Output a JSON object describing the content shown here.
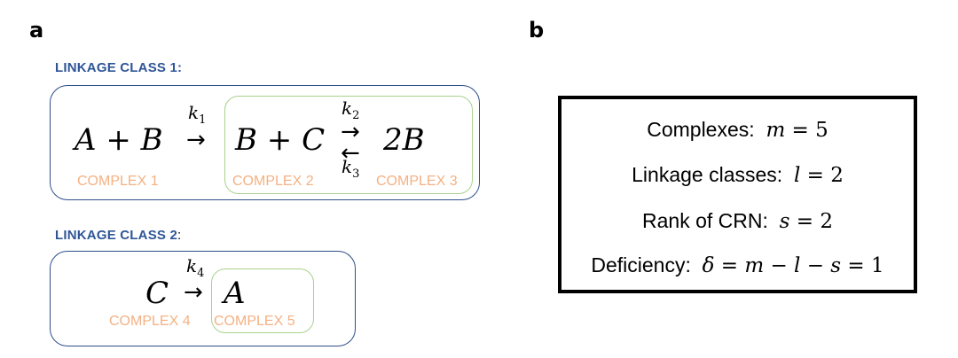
{
  "panel_a": {
    "label": "a",
    "linkage_class_1": {
      "title": "LINKAGE CLASS 1",
      "colon": ":",
      "reaction": {
        "reactant_1": "A + B",
        "forward_rate_1": "k",
        "forward_rate_1_sub": "1",
        "reactant_2": "B + C",
        "forward_rate_2": "k",
        "forward_rate_2_sub": "2",
        "reverse_rate_3": "k",
        "reverse_rate_3_sub": "3",
        "product": "2B",
        "arrow_right": "→",
        "arrow_left": "←"
      },
      "complex_labels": [
        "COMPLEX 1",
        "COMPLEX 2",
        "COMPLEX 3"
      ]
    },
    "linkage_class_2": {
      "title": "LINKAGE CLASS 2",
      "colon": ":",
      "reaction": {
        "reactant": "C",
        "rate": "k",
        "rate_sub": "4",
        "product": "A",
        "arrow_right": "→"
      },
      "complex_labels": [
        "COMPLEX 4",
        "COMPLEX 5"
      ]
    }
  },
  "panel_b": {
    "label": "b",
    "lines": [
      {
        "text": "Complexes:",
        "math": "m",
        "eq": " = 5"
      },
      {
        "text": "Linkage classes:",
        "math": "l",
        "eq": " = 2"
      },
      {
        "text": "Rank of CRN:",
        "math": "s",
        "eq": " = 2"
      },
      {
        "text": "Deficiency:",
        "math": "δ = m − l − s",
        "eq": " = 1"
      }
    ]
  },
  "colors": {
    "linkage_label": "#2F5597",
    "linkage_box": "#2F4E8A",
    "complex_box": "#A9D18E",
    "complex_label": "#F4B183"
  }
}
